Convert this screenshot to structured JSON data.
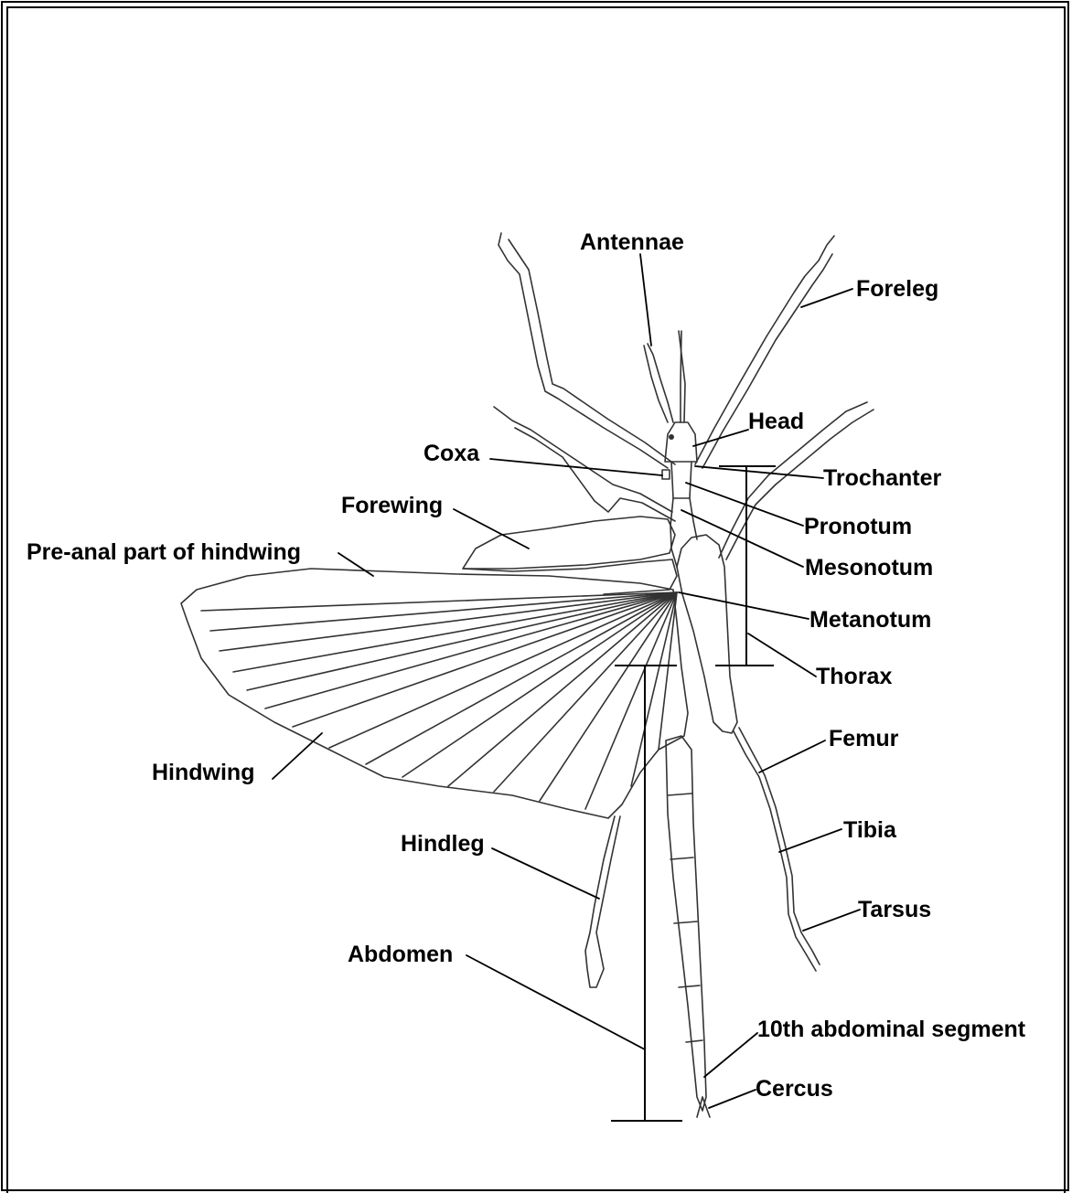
{
  "title": "",
  "labels": {
    "antennae": "Antennae",
    "foreleg": "Foreleg",
    "head": "Head",
    "coxa": "Coxa",
    "trochanter": "Trochanter",
    "forewing": "Forewing",
    "pronotum": "Pronotum",
    "pre_anal": "Pre-anal part of hindwing",
    "mesonotum": "Mesonotum",
    "metanotum": "Metanotum",
    "thorax": "Thorax",
    "femur": "Femur",
    "hindwing": "Hindwing",
    "tibia": "Tibia",
    "hindleg": "Hindleg",
    "tarsus": "Tarsus",
    "abdomen": "Abdomen",
    "tenth_segment": "10th abdominal segment",
    "cercus": "Cercus"
  },
  "colors": {
    "ink": "#000000",
    "outline": "#333333",
    "background": "#ffffff"
  }
}
